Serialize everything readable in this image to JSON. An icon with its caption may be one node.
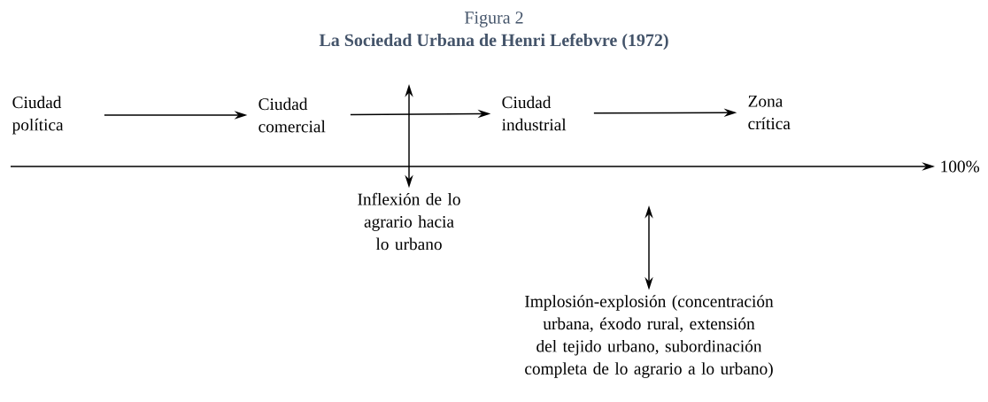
{
  "diagram": {
    "title": "La Sociedad Urbana de Henri Lefebvre (1972)",
    "nodes": [
      {
        "text": [
          "Ciudad política"
        ]
      },
      {
        "text": [
          "Ciudad comercial"
        ]
      },
      {
        "text": [
          "Ciudad industrial"
        ]
      },
      {
        "text": [
          "Zona crítica"
        ]
      },
      {
        "text": [
          "100%"
        ]
      },
      {
        "text": [
          "Inflexión de lo agrario hacia lo urbano"
        ]
      },
      {
        "text": [
          "Implosión-explosión (concentración urbana, éxodo rural, extensión del tejido urbano, subordinación completa de lo agrario a lo urbano)"
        ]
      }
    ],
    "edges": [
      {
        "from": 0,
        "to": 1,
        "arrow": "to"
      },
      {
        "from": 1,
        "to": 2,
        "arrow": "to"
      },
      {
        "from": 2,
        "to": 3,
        "arrow": "to"
      },
      {
        "from": null,
        "to": 4,
        "arrow": "to"
      },
      {
        "from": null,
        "to": 5,
        "arrow": "both"
      },
      {
        "from": null,
        "to": 6,
        "arrow": "both"
      }
    ],
    "labels": [
      "Figura 2"
    ]
  }
}
